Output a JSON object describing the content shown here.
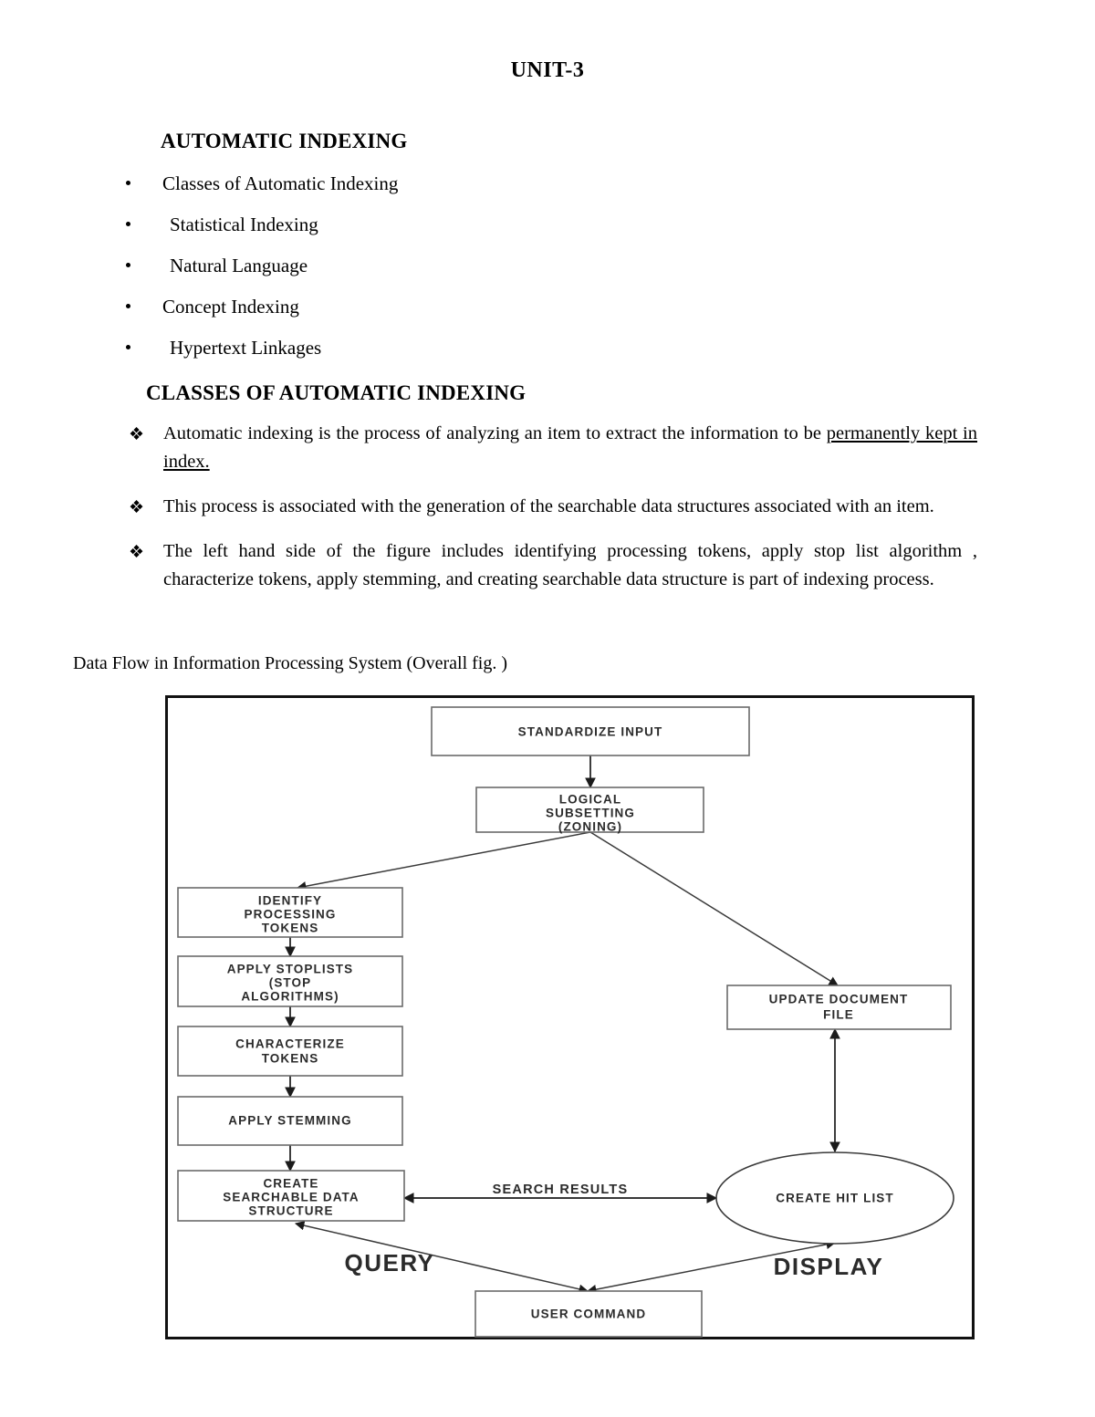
{
  "document": {
    "unit_title": "UNIT-3",
    "section_heading_1": "AUTOMATIC INDEXING",
    "section_heading_2": "CLASSES OF AUTOMATIC INDEXING",
    "figure_caption": "Data Flow in Information Processing System (Overall fig. )"
  },
  "topics": {
    "bullet_glyph": "bullet-dot",
    "items": [
      {
        "label": "Classes of Automatic Indexing",
        "indent": false
      },
      {
        "label": "Statistical Indexing",
        "indent": true
      },
      {
        "label": "Natural Language",
        "indent": true
      },
      {
        "label": "Concept Indexing",
        "indent": false
      },
      {
        "label": "Hypertext Linkages",
        "indent": true
      }
    ]
  },
  "paragraphs": {
    "bullet_glyph": "❖",
    "items": [
      {
        "text_before": "Automatic indexing is the process of analyzing an item to extract the information to be ",
        "text_underlined": "permanently kept in index.",
        "text_after": ""
      },
      {
        "text_before": "This process is associated with the generation of the searchable data structures associated with an item.",
        "text_underlined": "",
        "text_after": ""
      },
      {
        "text_before": "The left hand side of the figure includes identifying processing tokens, apply stop list algorithm , characterize tokens, apply stemming, and creating searchable data structure is part of indexing process.",
        "text_underlined": "",
        "text_after": ""
      }
    ]
  },
  "diagram": {
    "nodes": {
      "standardize_input": "STANDARDIZE INPUT",
      "logical_subsetting_l1": "LOGICAL",
      "logical_subsetting_l2": "SUBSETTING",
      "logical_subsetting_l3": "(ZONING)",
      "identify_tokens_l1": "IDENTIFY",
      "identify_tokens_l2": "PROCESSING",
      "identify_tokens_l3": "TOKENS",
      "apply_stoplists_l1": "APPLY STOPLISTS",
      "apply_stoplists_l2": "(STOP",
      "apply_stoplists_l3": "ALGORITHMS)",
      "characterize_l1": "CHARACTERIZE",
      "characterize_l2": "TOKENS",
      "apply_stemming": "APPLY STEMMING",
      "create_structure_l1": "CREATE",
      "create_structure_l2": "SEARCHABLE DATA",
      "create_structure_l3": "STRUCTURE",
      "update_document_l1": "UPDATE DOCUMENT",
      "update_document_l2": "FILE",
      "create_hit_list": "CREATE HIT LIST",
      "user_command": "USER COMMAND"
    },
    "edge_labels": {
      "search_results": "SEARCH RESULTS"
    },
    "zone_labels": {
      "query": "QUERY",
      "display": "DISPLAY"
    }
  }
}
